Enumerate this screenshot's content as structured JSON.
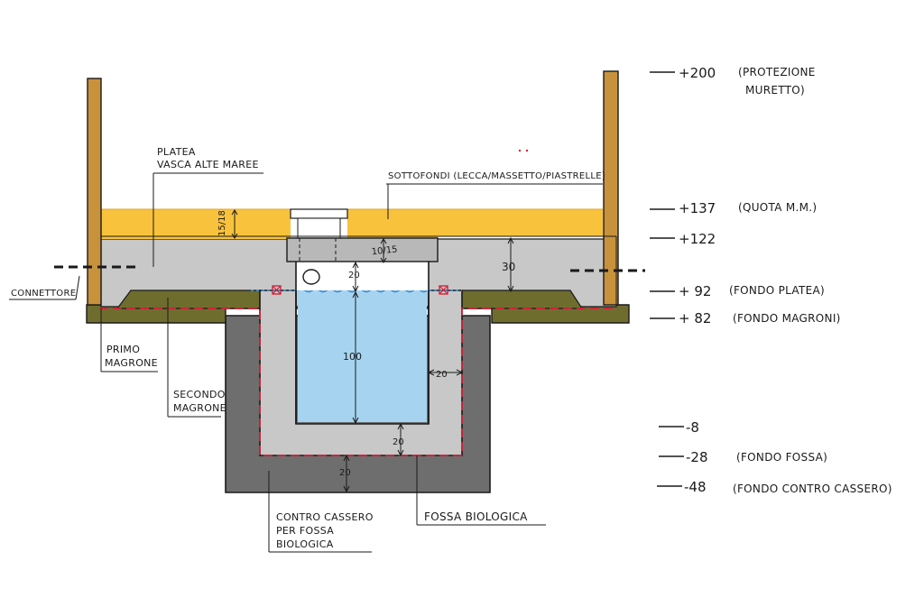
{
  "labels": {
    "platea_1": "PLATEA",
    "platea_2": "VASCA ALTE MAREE",
    "sottofondi": "SOTTOFONDI (LECCA/MASSETTO/PIASTRELLE)",
    "connettore": "CONNETTORE",
    "primo_1": "PRIMO",
    "primo_2": "MAGRONE",
    "secondo_1": "SECONDO",
    "secondo_2": "MAGRONE",
    "contro_1": "CONTRO CASSERO",
    "contro_2": "PER FOSSA",
    "contro_3": "BIOLOGICA",
    "fossa": "FOSSA BIOLOGICA"
  },
  "dimensions": {
    "d15_18": "15/18",
    "d10_15": "10/15",
    "d30": "30",
    "d20_top": "20",
    "d100": "100",
    "d20_side": "20",
    "d20_bottom_in": "20",
    "d20_bottom_out": "20"
  },
  "levels": [
    {
      "value": "+200",
      "note_1": "(PROTEZIONE",
      "note_2": "MURETTO)"
    },
    {
      "value": "+137",
      "note_1": "(QUOTA M.M.)",
      "note_2": ""
    },
    {
      "value": "+122",
      "note_1": "",
      "note_2": ""
    },
    {
      "value": "+ 92",
      "note_1": "(FONDO PLATEA)",
      "note_2": ""
    },
    {
      "value": "+ 82",
      "note_1": "(FONDO MAGRONI)",
      "note_2": ""
    },
    {
      "value": "-8",
      "note_1": "",
      "note_2": ""
    },
    {
      "value": "-28",
      "note_1": "(FONDO FOSSA)",
      "note_2": ""
    },
    {
      "value": "-48",
      "note_1": "(FONDO CONTRO CASSERO)",
      "note_2": ""
    }
  ],
  "colors": {
    "yellow": "#f8c23c",
    "concrete": "#c8c8c8",
    "dark_concrete": "#6e6e6e",
    "magrone": "#6f6d2e",
    "wood": "#c8923c",
    "water": "#a6d4f0",
    "red_dash": "#d0253b"
  }
}
